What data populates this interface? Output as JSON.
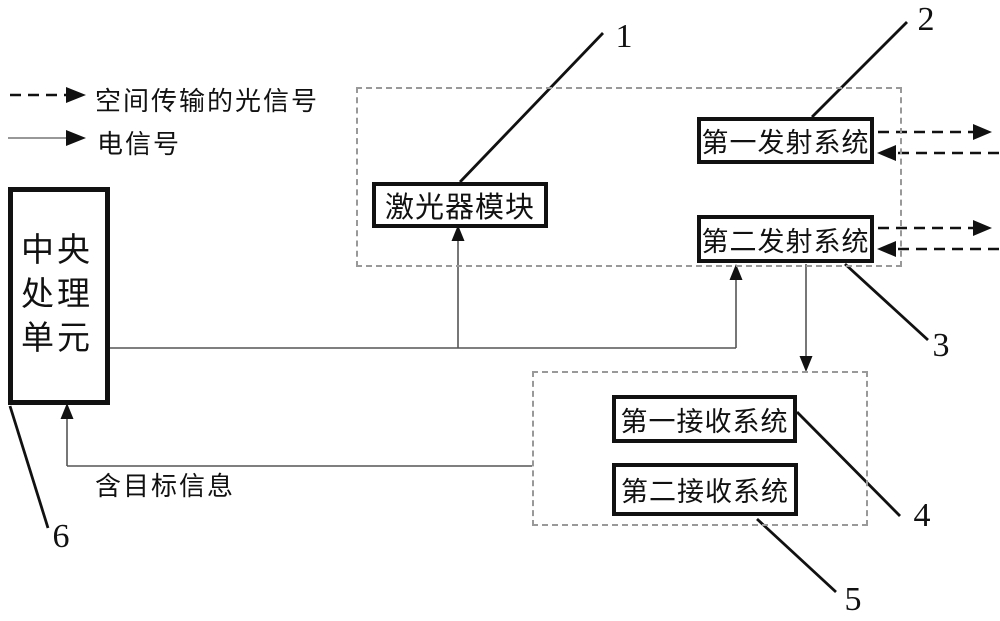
{
  "figure": {
    "legend": {
      "optical_label": "空间传输的光信号",
      "electrical_label": "电信号"
    },
    "blocks": {
      "cpu": "中央处理单元",
      "laser": "激光器模块",
      "tx1": "第一发射系统",
      "tx2": "第二发射系统",
      "rx1": "第一接收系统",
      "rx2": "第二接收系统"
    },
    "refs": {
      "laser": "1",
      "tx1": "2",
      "tx2": "3",
      "rx1": "4",
      "rx2": "5",
      "cpu": "6"
    },
    "annotations": {
      "target_info": "含目标信息"
    },
    "colors": {
      "line": "#111111",
      "wire": "#555555",
      "dashed_box": "#999999",
      "background": "#ffffff"
    }
  }
}
